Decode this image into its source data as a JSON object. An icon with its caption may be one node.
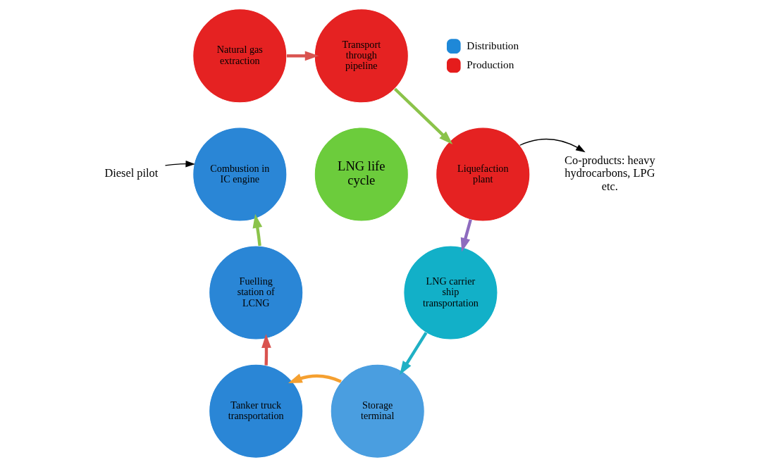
{
  "diagram": {
    "nodes": [
      {
        "text": [
          "Natural gas extraction"
        ]
      },
      {
        "text": [
          "Transport through pipeline"
        ]
      },
      {
        "text": [
          "Liquefaction plant"
        ]
      },
      {
        "text": [
          "LNG carrier ship transportation"
        ]
      },
      {
        "text": [
          "Storage terminal"
        ]
      },
      {
        "text": [
          "Tanker truck transportation"
        ]
      },
      {
        "text": [
          "Fuelling station of LCNG"
        ]
      },
      {
        "text": [
          "Combustion in IC engine"
        ]
      },
      {
        "text": [
          "LNG life cycle"
        ]
      },
      {
        "text": [
          "Diesel pilot"
        ]
      },
      {
        "text": [
          "Co-products: heavy hydrocarbons, LPG etc."
        ]
      }
    ],
    "edges": [
      {
        "from": 0,
        "to": 1,
        "arrow": "to",
        "color": "#d9534f"
      },
      {
        "from": 1,
        "to": 2,
        "arrow": "to",
        "color": "#8bc34a"
      },
      {
        "from": 2,
        "to": 3,
        "arrow": "to",
        "color": "#8e6bbf"
      },
      {
        "from": 3,
        "to": 4,
        "arrow": "to",
        "color": "#1fb0c4"
      },
      {
        "from": 4,
        "to": 5,
        "arrow": "to",
        "color": "#f5a030"
      },
      {
        "from": 5,
        "to": 6,
        "arrow": "to",
        "color": "#d9534f"
      },
      {
        "from": 6,
        "to": 7,
        "arrow": "to",
        "color": "#8bc34a"
      },
      {
        "from": 9,
        "to": 7,
        "arrow": "to",
        "color": "#000000"
      },
      {
        "from": 2,
        "to": 10,
        "arrow": "to",
        "color": "#000000"
      }
    ],
    "legend": [
      {
        "text": "Distribution",
        "color": "#1e88d8"
      },
      {
        "text": "Production",
        "color": "#e51c1c"
      }
    ]
  }
}
